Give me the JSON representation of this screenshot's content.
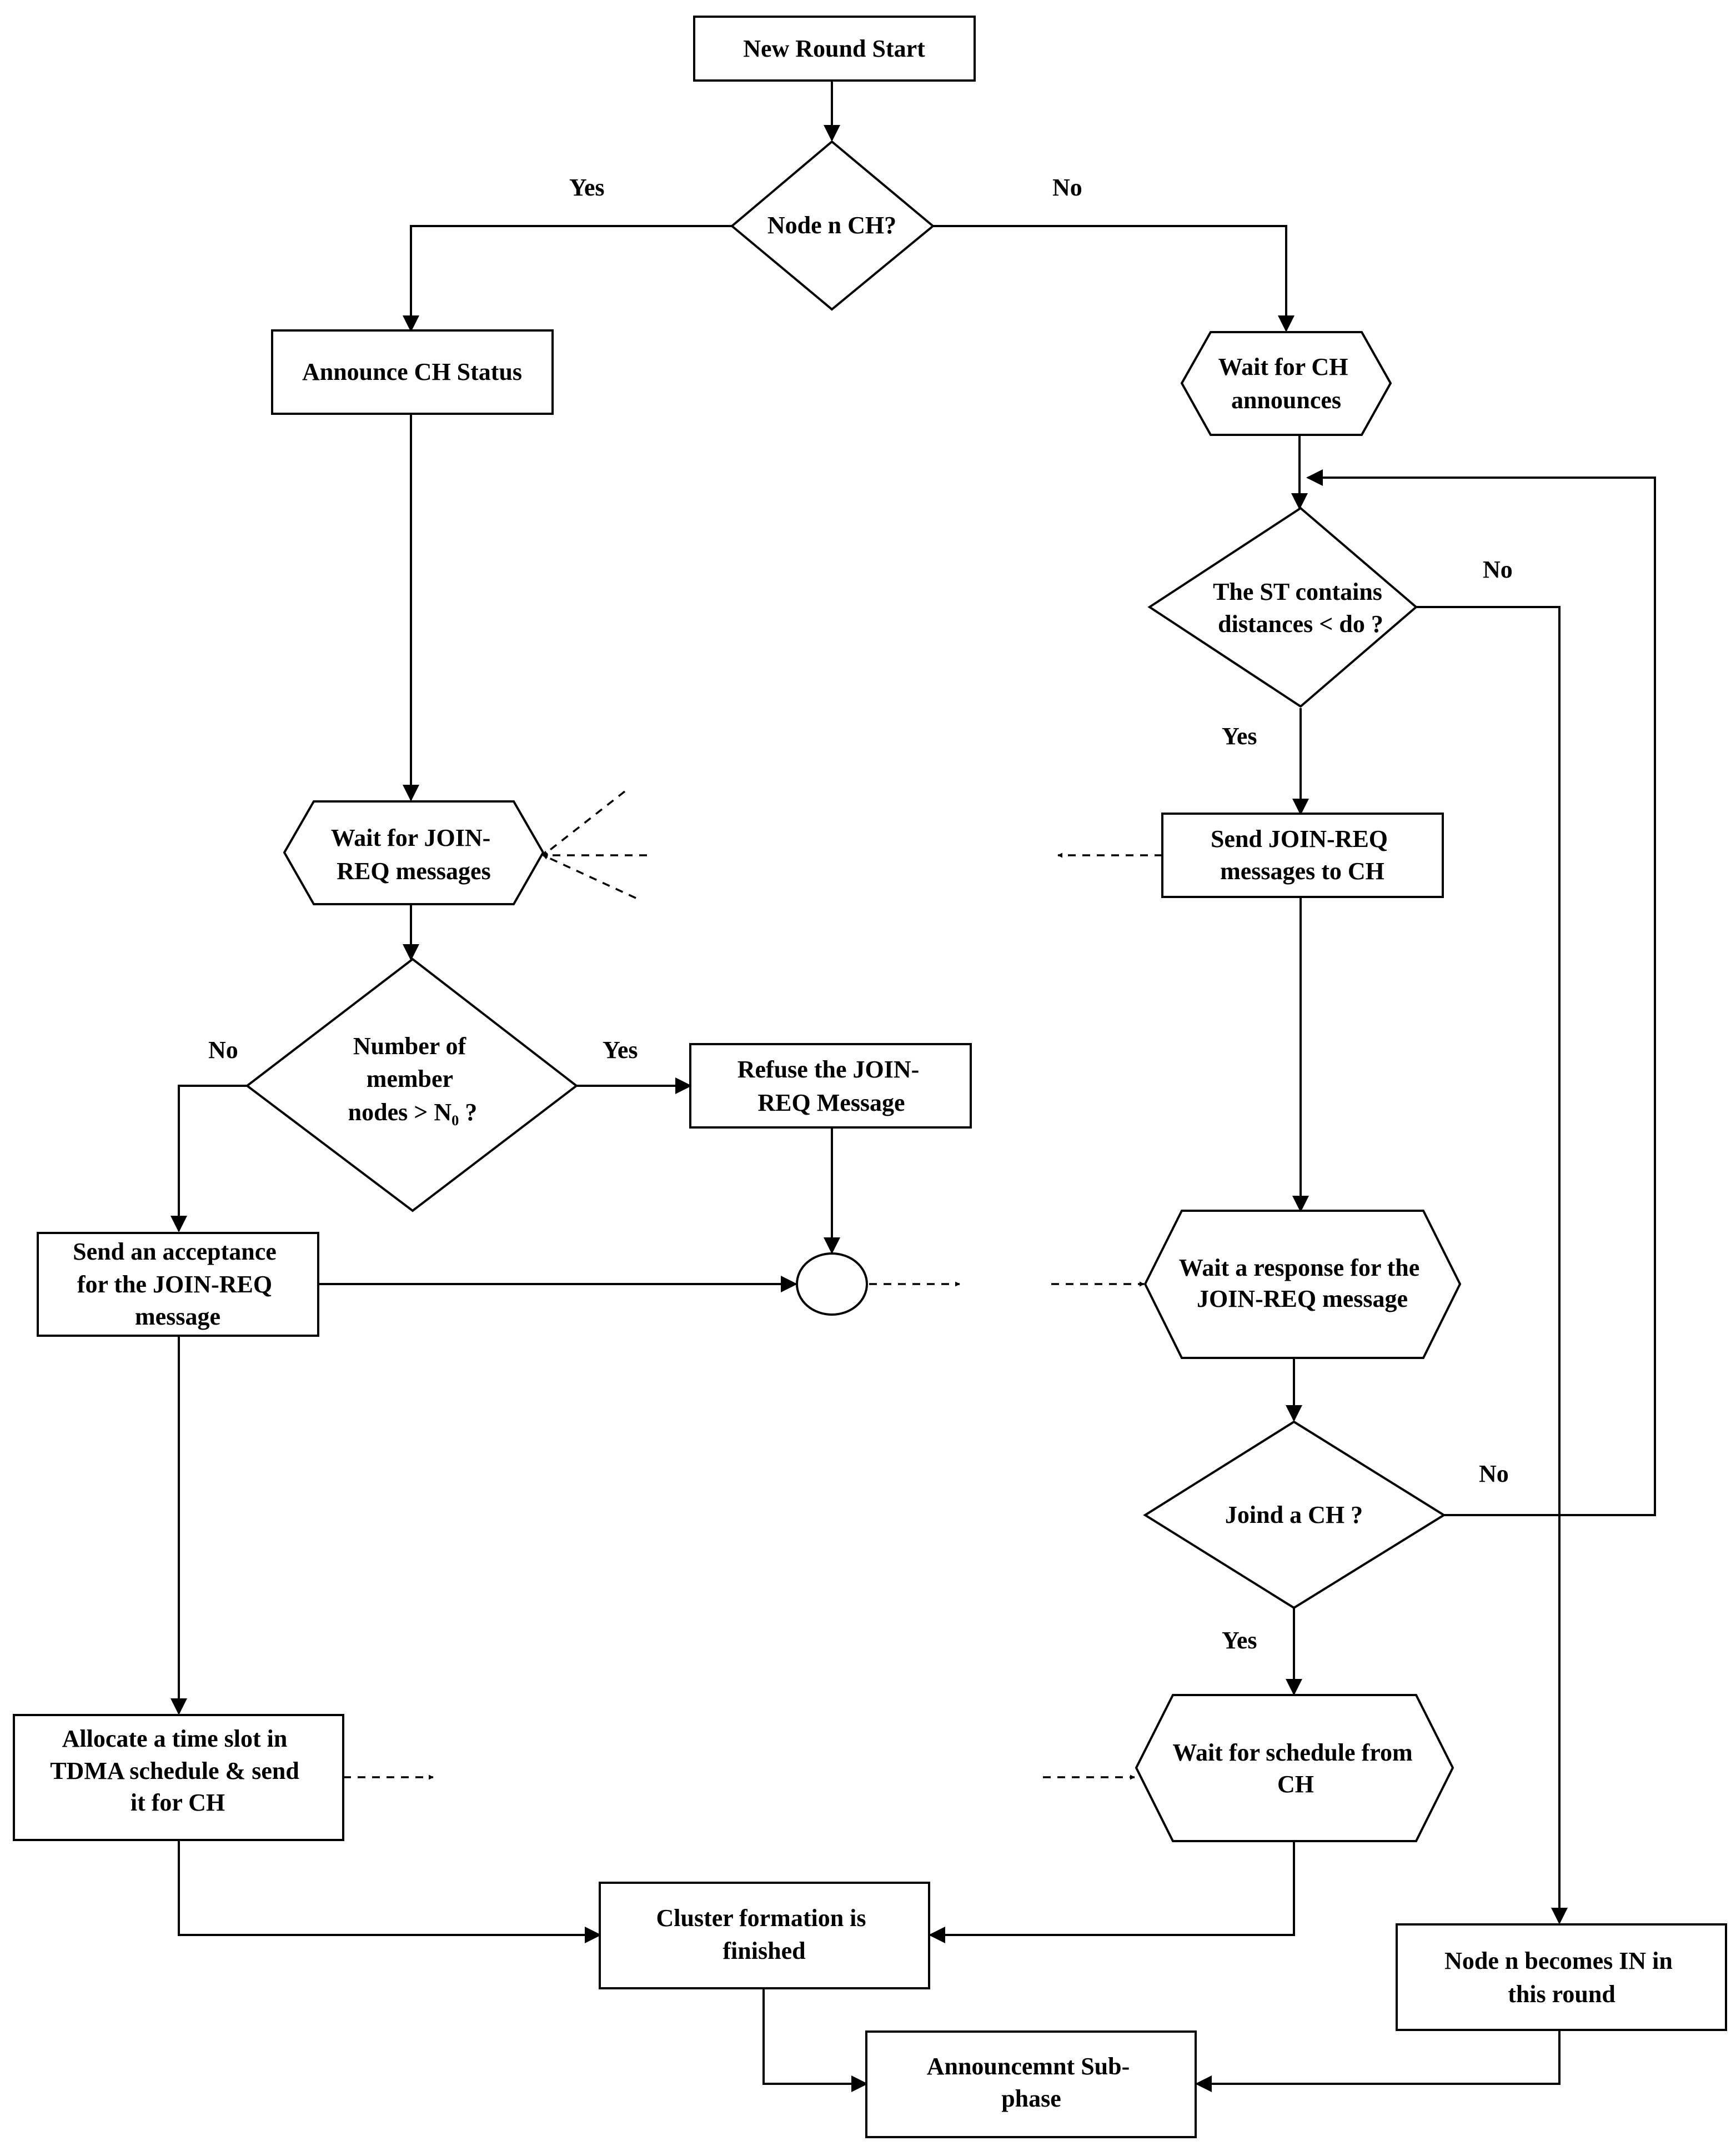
{
  "diagram": {
    "nodes": {
      "start": {
        "lines": [
          "New Round Start"
        ]
      },
      "is_ch": {
        "lines": [
          "Node n CH?"
        ]
      },
      "announce_ch": {
        "lines": [
          "Announce CH Status"
        ]
      },
      "wait_ch_announce": {
        "lines": [
          "Wait for CH",
          "announces"
        ]
      },
      "st_contains": {
        "lines": [
          "The ST contains",
          "distances < do ?"
        ]
      },
      "send_join_req": {
        "lines": [
          "Send JOIN-REQ",
          "messages to CH"
        ]
      },
      "wait_join_req": {
        "lines": [
          "Wait for JOIN-",
          "REQ messages"
        ]
      },
      "member_count": {
        "lines": [
          "Number of",
          "member",
          "nodes > N₀ ?"
        ]
      },
      "refuse_join_req": {
        "lines": [
          "Refuse the JOIN-",
          "REQ Message"
        ]
      },
      "send_acceptance": {
        "lines": [
          "Send an acceptance",
          "for the JOIN-REQ",
          "message"
        ]
      },
      "wait_response": {
        "lines": [
          "Wait a response for the",
          "JOIN-REQ message"
        ]
      },
      "joined_ch": {
        "lines": [
          "Joind a CH ?"
        ]
      },
      "allocate_slot": {
        "lines": [
          "Allocate a time slot in",
          "TDMA schedule & send",
          "it for CH"
        ]
      },
      "wait_schedule": {
        "lines": [
          "Wait for schedule from",
          "CH"
        ]
      },
      "cluster_finished": {
        "lines": [
          "Cluster formation is",
          "finished"
        ]
      },
      "becomes_in": {
        "lines": [
          "Node n becomes IN in",
          "this round"
        ]
      },
      "announcement_subphase": {
        "lines": [
          "Announcemnt Sub-",
          "phase"
        ]
      }
    },
    "edge_labels": {
      "is_ch_yes": "Yes",
      "is_ch_no": "No",
      "st_contains_yes": "Yes",
      "st_contains_no": "No",
      "member_count_yes": "Yes",
      "member_count_no": "No",
      "joined_ch_yes": "Yes",
      "joined_ch_no": "No"
    }
  }
}
